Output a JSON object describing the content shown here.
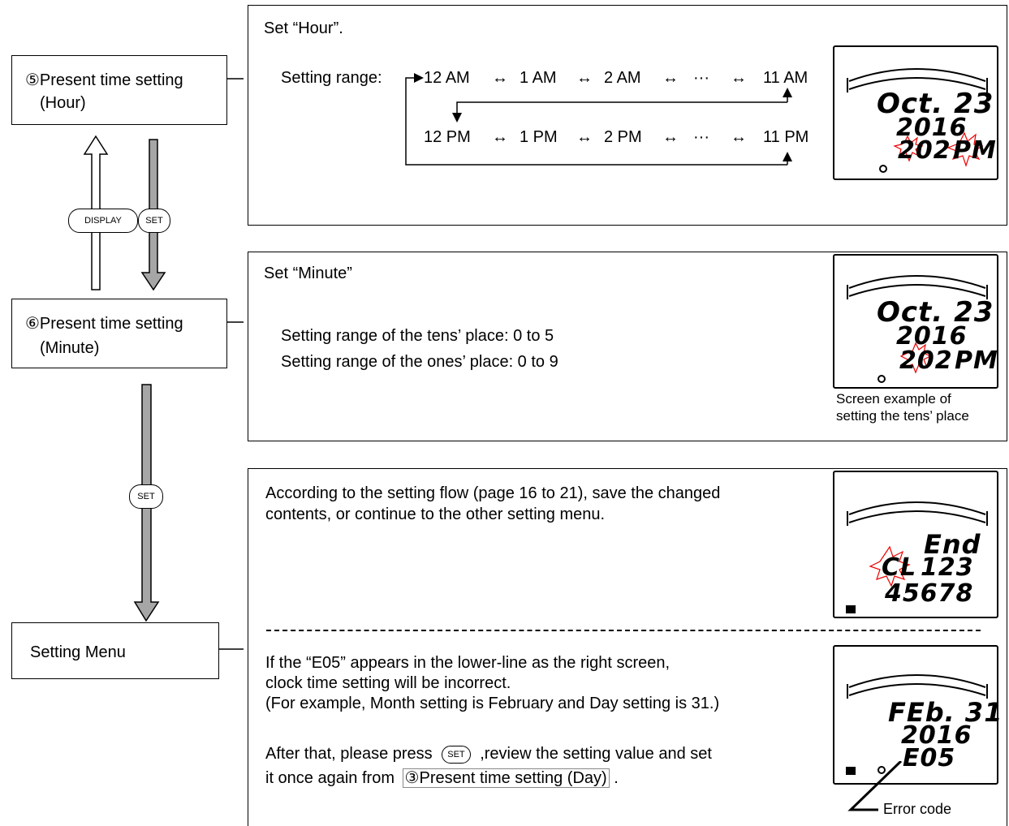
{
  "left_flow": {
    "step5_label": "⑤Present time setting",
    "step5_sub": "(Hour)",
    "step6_label": "⑥Present time setting",
    "step6_sub": "(Minute)",
    "menu_label": "Setting Menu",
    "display_key": "DISPLAY",
    "set_key": "SET"
  },
  "hour_panel": {
    "title": "Set “Hour”.",
    "range_label": "Setting range:",
    "am_row": [
      "12 AM",
      "↔",
      "1 AM",
      "↔",
      "2 AM",
      "↔",
      "···",
      "↔",
      "11 AM"
    ],
    "pm_row": [
      "12 PM",
      "↔",
      "1 PM",
      "↔",
      "2 PM",
      "↔",
      "···",
      "↔",
      "11 PM"
    ],
    "lcd": {
      "line1": "Oct. 23",
      "line2": "2016",
      "line3a": "202",
      "line3b": "PM"
    }
  },
  "minute_panel": {
    "title": "Set “Minute”",
    "tens": "Setting range of the tens’ place: 0 to 5",
    "ones": "Setting range of the ones’ place: 0 to 9",
    "lcd": {
      "line1": "Oct. 23",
      "line2": "2016",
      "line3a": "202",
      "line3b": "PM"
    },
    "caption1": "Screen example of",
    "caption2": "setting the tens’ place"
  },
  "menu_panel": {
    "para1_line1": "According to the setting flow (page 16 to 21), save the changed",
    "para1_line2": "contents, or continue to the other setting menu.",
    "lcd1": {
      "line1": "End",
      "line2a": "CL",
      "line2b": "123",
      "line3": "45678"
    },
    "para2_line1": "If the “E05” appears in the lower-line as the right screen,",
    "para2_line2": "clock time setting will be incorrect.",
    "para2_line3": "(For example, Month setting is February and Day setting is 31.)",
    "para3_pre": "After that, please press",
    "para3_key": "SET",
    "para3_post": ",review the setting value and set",
    "para3_line2_pre": "it once again from",
    "para3_ref": "③Present time setting (Day)",
    "para3_end": ".",
    "lcd2": {
      "line1": "FEb. 31",
      "line2": "2016",
      "line3": "E05"
    },
    "error_caption": "Error code"
  }
}
